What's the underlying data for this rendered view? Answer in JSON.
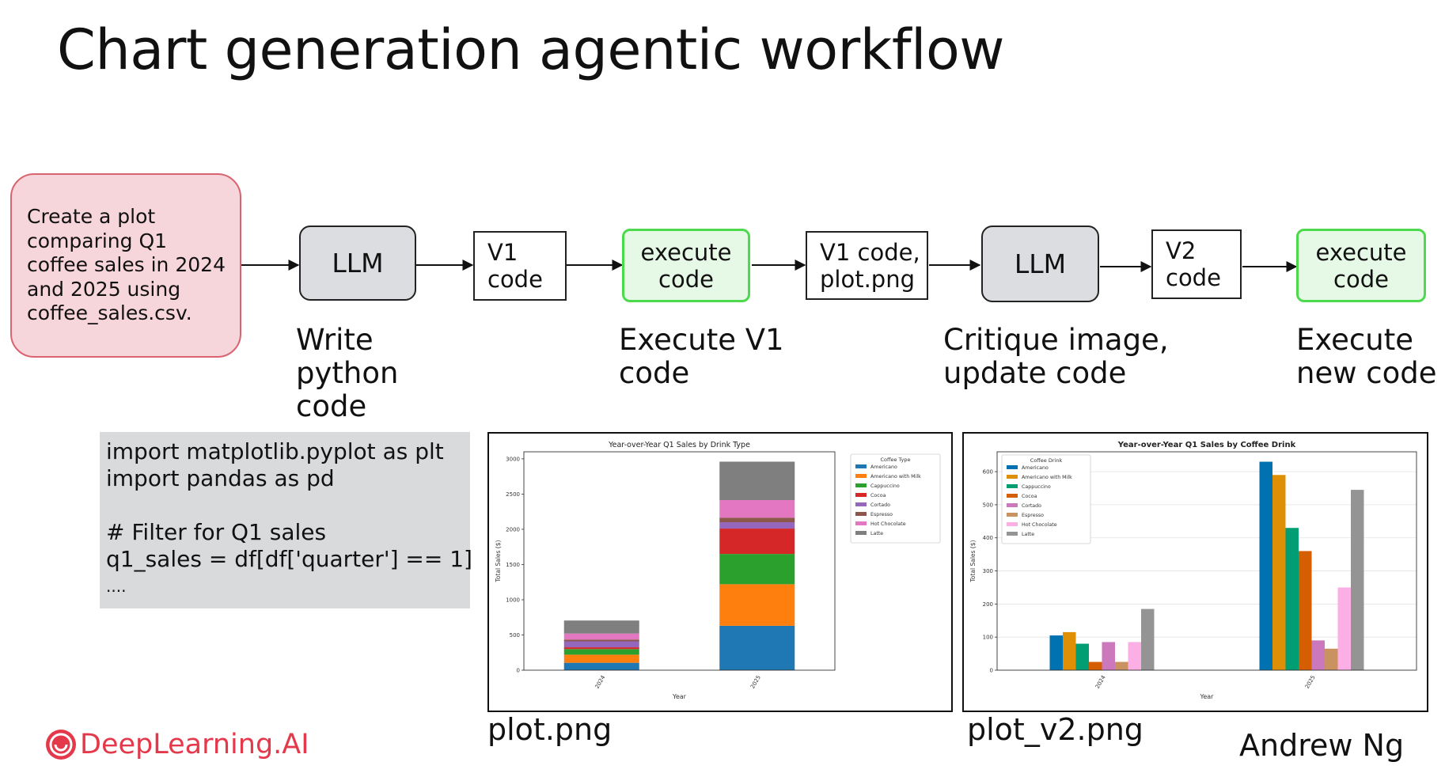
{
  "title": "Chart generation agentic workflow",
  "flow": {
    "prompt": "Create a plot\ncomparing Q1\ncoffee sales in 2024\nand 2025 using\ncoffee_sales.csv.",
    "llm1": "LLM",
    "v1code": "V1\ncode",
    "exec1": "execute\ncode",
    "v1plot": "V1 code,\nplot.png",
    "llm2": "LLM",
    "v2code": "V2\ncode",
    "exec2": "execute\ncode"
  },
  "stages": {
    "write": "Write\npython\ncode",
    "execute_v1": "Execute V1\ncode",
    "critique": "Critique image,\nupdate code",
    "execute_new": "Execute\nnew code"
  },
  "code_lines": [
    "import matplotlib.pyplot as plt",
    "import pandas as pd",
    "",
    "# Filter for Q1 sales",
    "q1_sales = df[df['quarter'] == 1]",
    "...."
  ],
  "captions": {
    "plot1": "plot.png",
    "plot2": "plot_v2.png"
  },
  "logo": "DeepLearning.AI",
  "author": "Andrew Ng",
  "colors": {
    "prompt_fill": "#f6d5db",
    "prompt_border": "#d9646f",
    "llm_fill": "#dcdde0",
    "exec_fill": "#e6f9e6",
    "exec_border": "#4cd94c",
    "code_bg": "#d9dadc",
    "brand": "#e4394a"
  },
  "chart_data": [
    {
      "type": "bar",
      "stacked": true,
      "title": "Year-over-Year Q1 Sales by Drink Type",
      "xlabel": "Year",
      "ylabel": "Total Sales ($)",
      "categories": [
        "2024",
        "2025"
      ],
      "ylim": [
        0,
        3100
      ],
      "yticks": [
        0,
        500,
        1000,
        1500,
        2000,
        2500,
        3000
      ],
      "legend_title": "Coffee Type",
      "legend_position": "top-right",
      "series": [
        {
          "name": "Americano",
          "color": "#1f77b4",
          "values": [
            105,
            630
          ]
        },
        {
          "name": "Americano with Milk",
          "color": "#ff7f0e",
          "values": [
            115,
            590
          ]
        },
        {
          "name": "Cappuccino",
          "color": "#2ca02c",
          "values": [
            80,
            430
          ]
        },
        {
          "name": "Cocoa",
          "color": "#d62728",
          "values": [
            25,
            360
          ]
        },
        {
          "name": "Cortado",
          "color": "#9467bd",
          "values": [
            85,
            90
          ]
        },
        {
          "name": "Espresso",
          "color": "#8c564b",
          "values": [
            25,
            65
          ]
        },
        {
          "name": "Hot Chocolate",
          "color": "#e377c2",
          "values": [
            85,
            250
          ]
        },
        {
          "name": "Latte",
          "color": "#7f7f7f",
          "values": [
            185,
            545
          ]
        }
      ]
    },
    {
      "type": "bar",
      "stacked": false,
      "title": "Year-over-Year Q1 Sales by Coffee Drink",
      "xlabel": "Year",
      "ylabel": "Total Sales ($)",
      "categories": [
        "2024",
        "2025"
      ],
      "ylim": [
        0,
        660
      ],
      "yticks": [
        0,
        100,
        200,
        300,
        400,
        500,
        600
      ],
      "legend_title": "Coffee Drink",
      "legend_position": "top-left",
      "series": [
        {
          "name": "Americano",
          "color": "#0072b2",
          "values": [
            105,
            630
          ]
        },
        {
          "name": "Americano with Milk",
          "color": "#de8f05",
          "values": [
            115,
            590
          ]
        },
        {
          "name": "Cappuccino",
          "color": "#029e73",
          "values": [
            80,
            430
          ]
        },
        {
          "name": "Cocoa",
          "color": "#d55e00",
          "values": [
            25,
            360
          ]
        },
        {
          "name": "Cortado",
          "color": "#cc78bc",
          "values": [
            85,
            90
          ]
        },
        {
          "name": "Espresso",
          "color": "#ca9161",
          "values": [
            25,
            65
          ]
        },
        {
          "name": "Hot Chocolate",
          "color": "#fbafe4",
          "values": [
            85,
            250
          ]
        },
        {
          "name": "Latte",
          "color": "#949494",
          "values": [
            185,
            545
          ]
        }
      ]
    }
  ]
}
